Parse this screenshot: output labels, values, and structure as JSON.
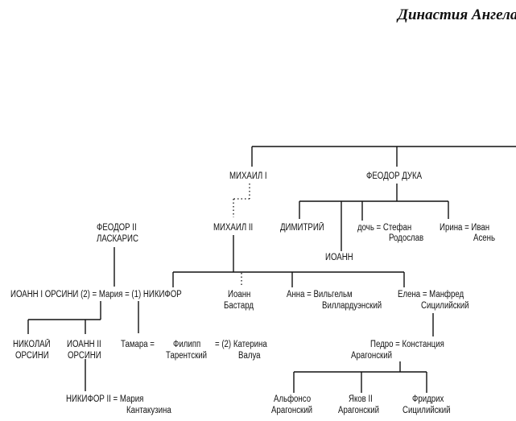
{
  "title": "Династия Ангела и",
  "persons": {
    "mikhail1": "МИХАИЛ I",
    "feodor_duka": "ФЕОДОР ДУКА",
    "mikhail2": "МИХАИЛ II",
    "dimitriy": "ДИМИТРИЙ",
    "ioann": "ИОАНН",
    "doch": [
      "дочь = Стефан",
      "Родослав"
    ],
    "irina": [
      "Ирина = Иван",
      "Асень"
    ],
    "feodor2": [
      "ФЕОДОР II",
      "ЛАСКАРИС"
    ],
    "maria_row": "ИОАНН I ОРСИНИ (2) = Мария = (1) НИКИФОР",
    "ioann_bastard": [
      "Иоанн",
      "Бастард"
    ],
    "anna": [
      "Анна = Вильгельм",
      "Виллардуэнский"
    ],
    "elena": [
      "Елена = Манфред",
      "Сицилийский"
    ],
    "nikolay": [
      "НИКОЛАЙ",
      "ОРСИНИ"
    ],
    "ioann2": [
      "ИОАНН II",
      "ОРСИНИ"
    ],
    "tamara": "Тамара =",
    "filipp": [
      "Филипп",
      "Тарентский"
    ],
    "katerina": [
      "= (2) Катерина",
      "Валуа"
    ],
    "pedro": [
      "Педро = Констанция",
      "Арагонский"
    ],
    "nikifor2": [
      "НИКИФОР II = Мария",
      "Кантакузина"
    ],
    "alfonso": [
      "Альфонсо",
      "Арагонский"
    ],
    "yakov2": [
      "Яков II",
      "Арагонский"
    ],
    "fridrikh": [
      "Фридрих",
      "Сицилийский"
    ]
  }
}
